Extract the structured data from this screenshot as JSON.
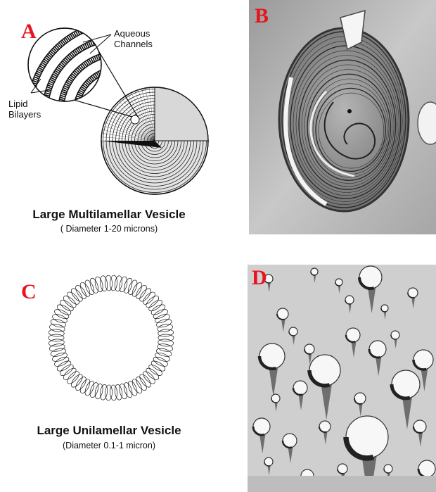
{
  "panels": {
    "a": {
      "letter": "A",
      "title": "Large Multilamellar Vesicle",
      "subtitle": "( Diameter 1-20 microns)",
      "labels": {
        "channels": [
          "Aqueous",
          "Channels"
        ],
        "bilayers": [
          "Lipid",
          "Bilayers"
        ]
      }
    },
    "b": {
      "letter": "B"
    },
    "c": {
      "letter": "C",
      "title": "Large Unilamellar Vesicle",
      "subtitle": "(Diameter 0.1-1 micron)"
    },
    "d": {
      "letter": "D"
    }
  },
  "colors": {
    "letter": "#e8141e",
    "micrograph_bg": "#c9c9c9",
    "micrograph_dark": "#3a3a3a"
  }
}
